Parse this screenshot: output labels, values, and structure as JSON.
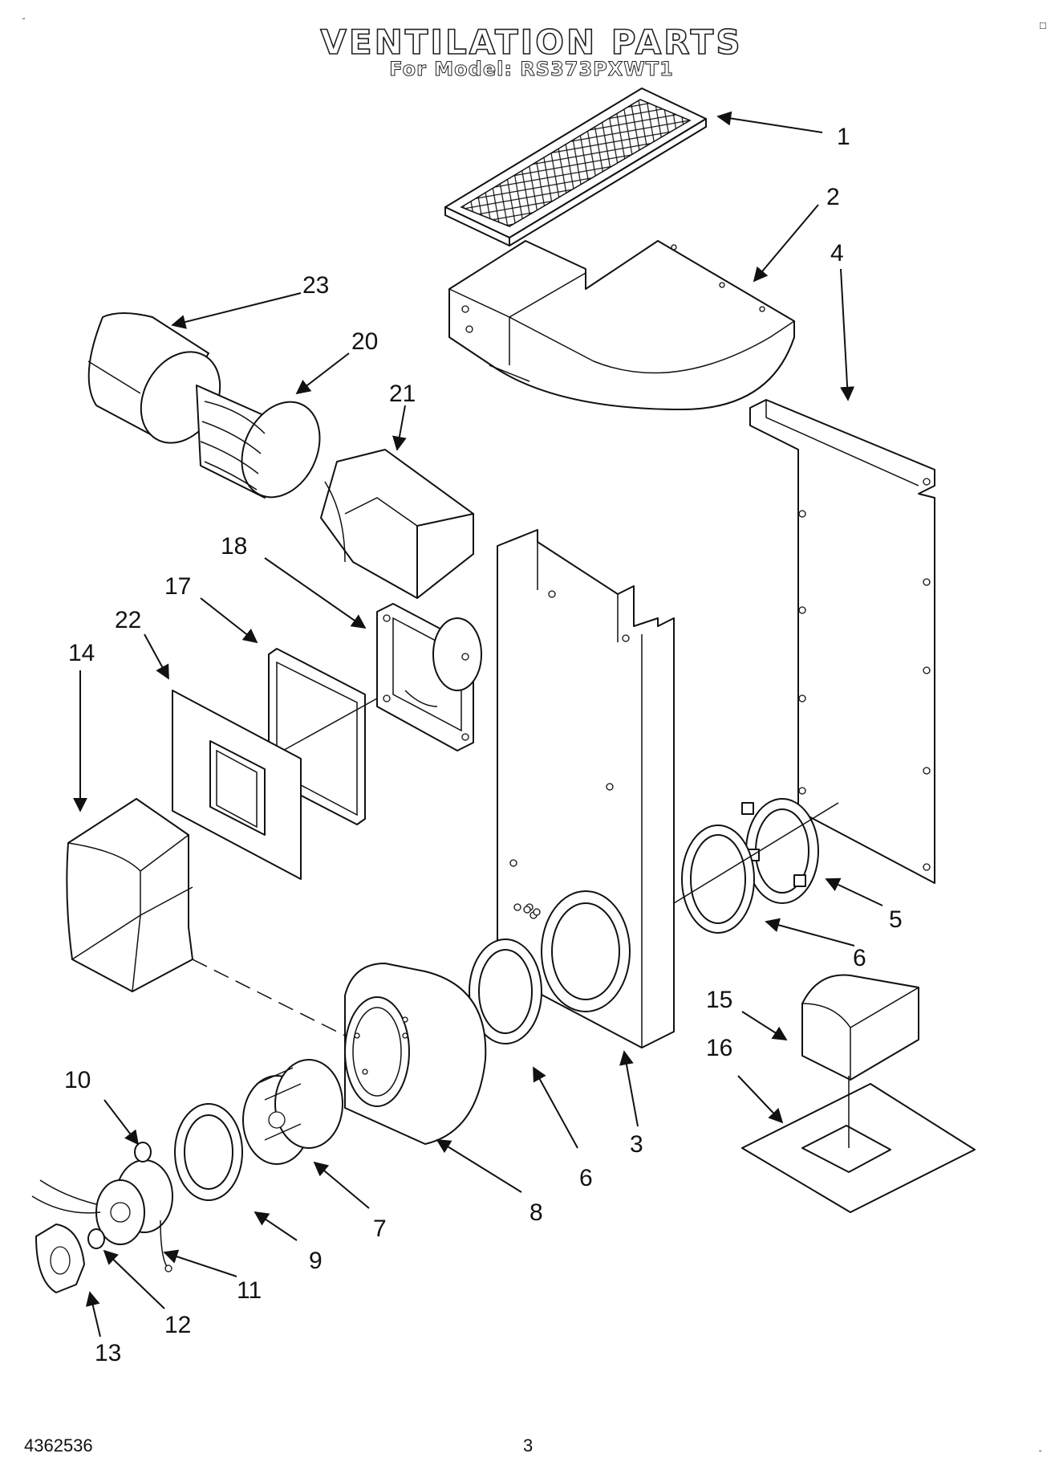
{
  "header": {
    "title": "VENTILATION PARTS",
    "subtitle": "For Model: RS373PXWT1"
  },
  "callouts": [
    "1",
    "2",
    "4",
    "23",
    "20",
    "21",
    "18",
    "17",
    "22",
    "14",
    "5",
    "6",
    "15",
    "16",
    "10",
    "3",
    "6",
    "8",
    "7",
    "9",
    "11",
    "12",
    "13"
  ],
  "footer": {
    "doc_number": "4362536",
    "page_number": "3"
  },
  "corner_marks": {
    "top_left": "ˇ",
    "top_right": "□",
    "bottom_right": "ˇ"
  }
}
